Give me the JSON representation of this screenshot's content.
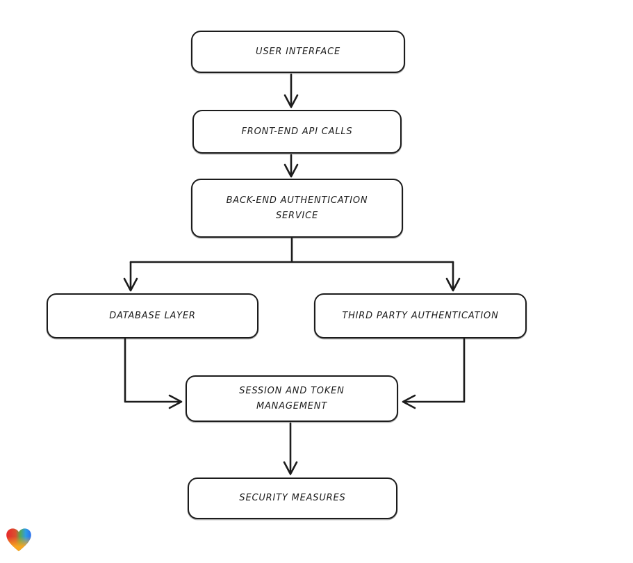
{
  "nodes": {
    "user_interface": {
      "label": "USER INTERFACE"
    },
    "front_end_api": {
      "label": "FRONT-END API CALLS"
    },
    "back_end_auth": {
      "label": "BACK-END AUTHENTICATION SERVICE"
    },
    "database_layer": {
      "label": "DATABASE LAYER"
    },
    "third_party_auth": {
      "label": "THIRD PARTY AUTHENTICATION"
    },
    "session_token": {
      "label": "SESSION AND TOKEN MANAGEMENT"
    },
    "security_measures": {
      "label": "SECURITY MEASURES"
    }
  },
  "edges": [
    {
      "from": "user_interface",
      "to": "front_end_api"
    },
    {
      "from": "front_end_api",
      "to": "back_end_auth"
    },
    {
      "from": "back_end_auth",
      "to": "database_layer"
    },
    {
      "from": "back_end_auth",
      "to": "third_party_auth"
    },
    {
      "from": "database_layer",
      "to": "session_token"
    },
    {
      "from": "third_party_auth",
      "to": "session_token"
    },
    {
      "from": "session_token",
      "to": "security_measures"
    }
  ],
  "style": {
    "stroke_color": "#1c1c1c",
    "background_color": "#ffffff",
    "node_fill": "#ffffff"
  },
  "logo": {
    "icon": "heart-gradient-logo",
    "colors": {
      "red": "#e8272b",
      "green": "#5aa74e",
      "blue": "#2d9de6",
      "deep_blue": "#2b6ff0",
      "orange": "#f7a621"
    }
  }
}
